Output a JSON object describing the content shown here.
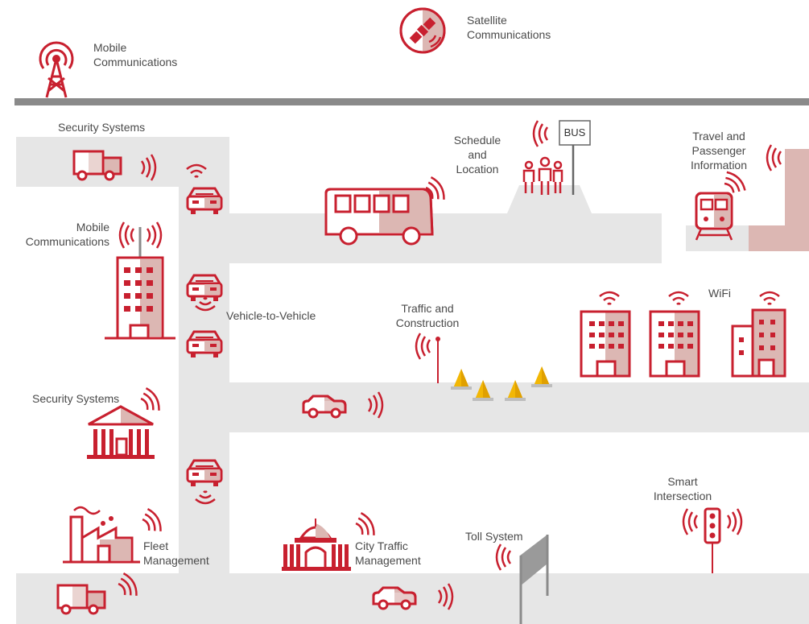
{
  "labels": {
    "mobile_top": [
      "Mobile",
      "Communications"
    ],
    "satellite": [
      "Satellite",
      "Communications"
    ],
    "security_top": "Security Systems",
    "schedule": [
      "Schedule",
      "and",
      "Location"
    ],
    "bus_sign": "BUS",
    "travel": [
      "Travel and",
      "Passenger",
      "Information"
    ],
    "mobile_mid": [
      "Mobile",
      "Communications"
    ],
    "v2v": "Vehicle-to-Vehicle",
    "traffic": [
      "Traffic and",
      "Construction"
    ],
    "wifi": "WiFi",
    "security_mid": "Security Systems",
    "smart": [
      "Smart",
      "Intersection"
    ],
    "toll": "Toll System",
    "city": [
      "City Traffic",
      "Management"
    ],
    "fleet": [
      "Fleet",
      "Management"
    ]
  },
  "icons": [
    "cell-tower-icon",
    "satellite-icon",
    "delivery-truck-icon",
    "car-icon",
    "bus-icon",
    "bus-stop-icon",
    "passengers-icon",
    "train-icon",
    "office-building-icon",
    "traffic-cone-icon",
    "bank-building-icon",
    "factory-icon",
    "capitol-building-icon",
    "traffic-light-icon",
    "toll-gate-icon",
    "wifi-icon",
    "signal-waves-icon"
  ],
  "colors": {
    "accent": "#c8202f",
    "accent_fill": "#dcb7b3",
    "road": "#e6e6e6",
    "rail": "#8a8a8a",
    "cone": "#f2b705"
  }
}
